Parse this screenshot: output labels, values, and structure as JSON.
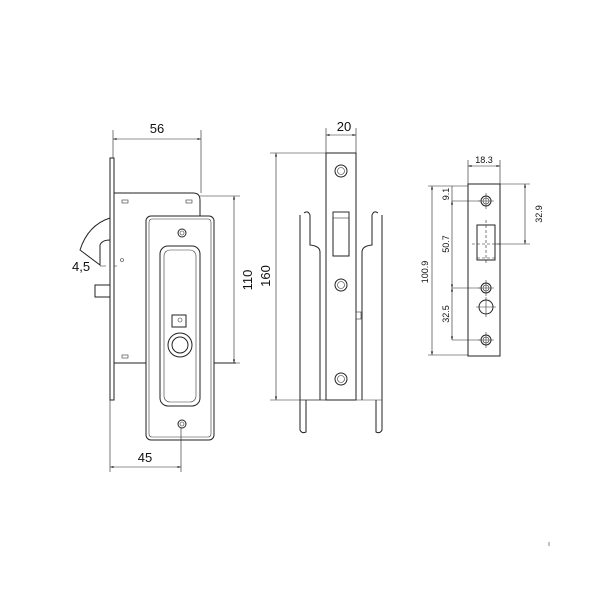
{
  "drawing": {
    "front_view": {
      "width_label": "56",
      "offset_label": "45",
      "height_label": "110",
      "backset_label": "4,5"
    },
    "side_view": {
      "width_label": "20",
      "height_label": "160"
    },
    "strike_plate": {
      "width_label": "18.3",
      "total_label": "100.9",
      "top_label": "9.1",
      "mid_label": "50.7",
      "lower_label": "32.5",
      "right_label": "32.9"
    }
  }
}
